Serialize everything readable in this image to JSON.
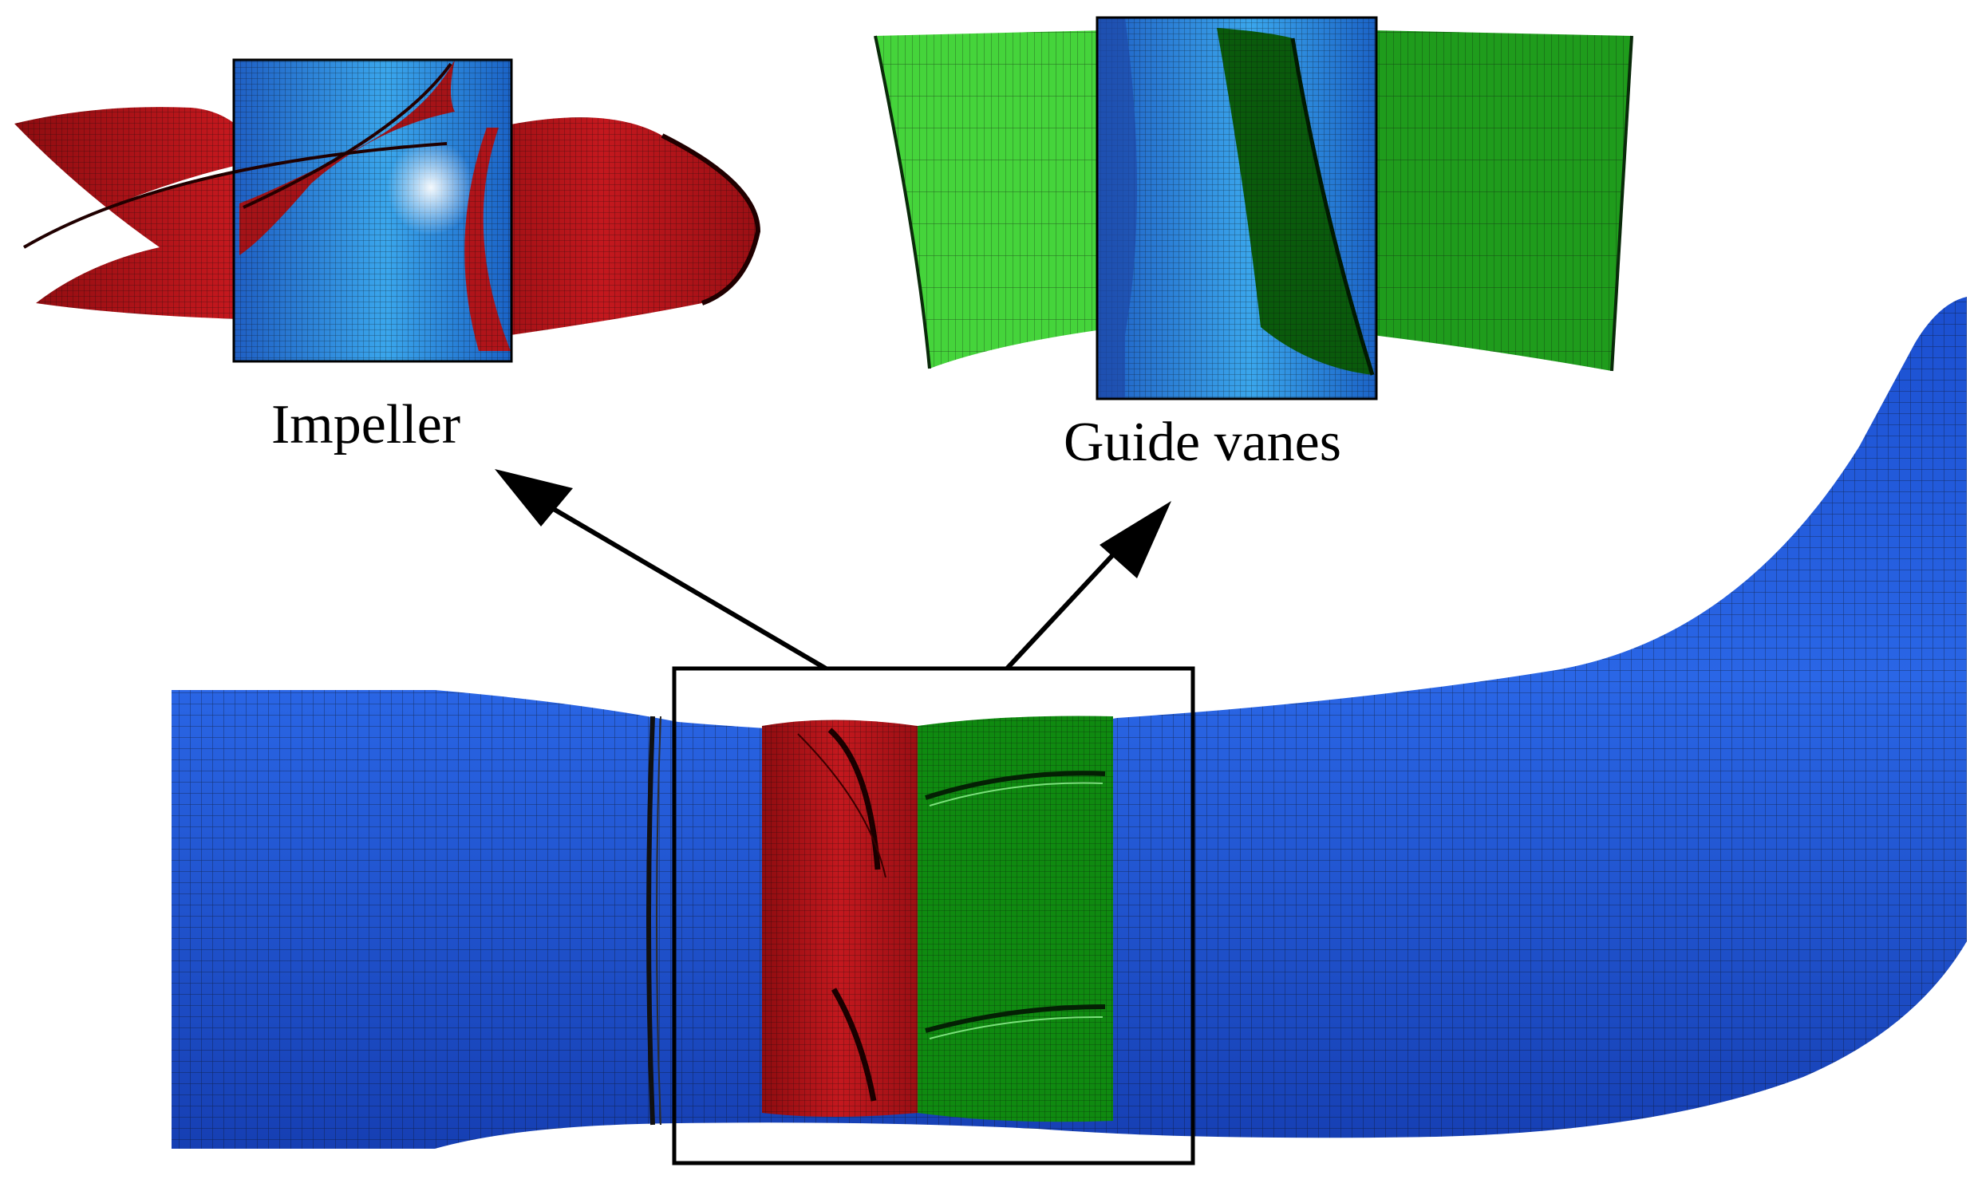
{
  "labels": {
    "impeller": "Impeller",
    "guide_vanes": "Guide vanes"
  },
  "colors": {
    "background": "#ffffff",
    "duct_blue": "#1b52d4",
    "hub_blue": "#2a8ad6",
    "impeller_red": "#b0141a",
    "guide_vane_green": "#1e9a1e",
    "guide_vane_light_green": "#43d23a",
    "mesh_line": "#0a0a0a",
    "outline": "#000000"
  },
  "components": [
    "Impeller",
    "Guide vanes"
  ]
}
